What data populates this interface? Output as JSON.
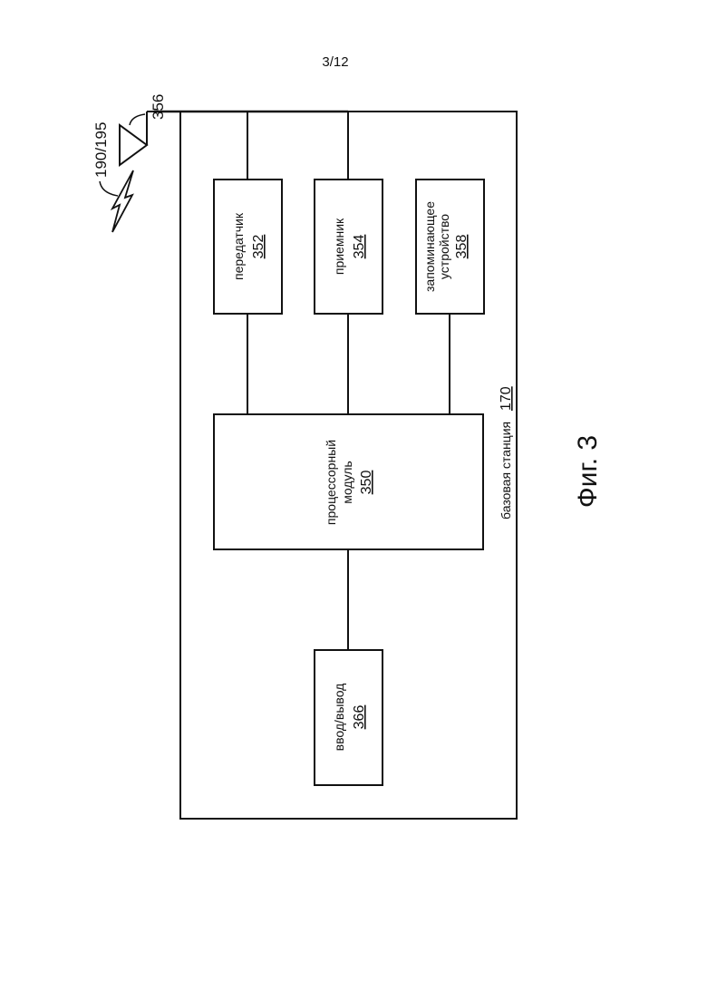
{
  "page_number": "3/12",
  "figure_caption": "Фиг. 3",
  "container": {
    "label": "базовая станция",
    "ref": "170"
  },
  "antenna": {
    "ref": "356",
    "link_ref": "190/195"
  },
  "blocks": {
    "transmitter": {
      "label": "передатчик",
      "ref": "352"
    },
    "receiver": {
      "label": "приемник",
      "ref": "354"
    },
    "memory": {
      "label_line1": "запоминающее",
      "label_line2": "устройство",
      "ref": "358"
    },
    "processor": {
      "label_line1": "процессорный",
      "label_line2": "модуль",
      "ref": "350"
    },
    "io": {
      "label": "ввод/вывод",
      "ref": "366"
    }
  },
  "colors": {
    "line": "#111111",
    "background": "#ffffff"
  }
}
